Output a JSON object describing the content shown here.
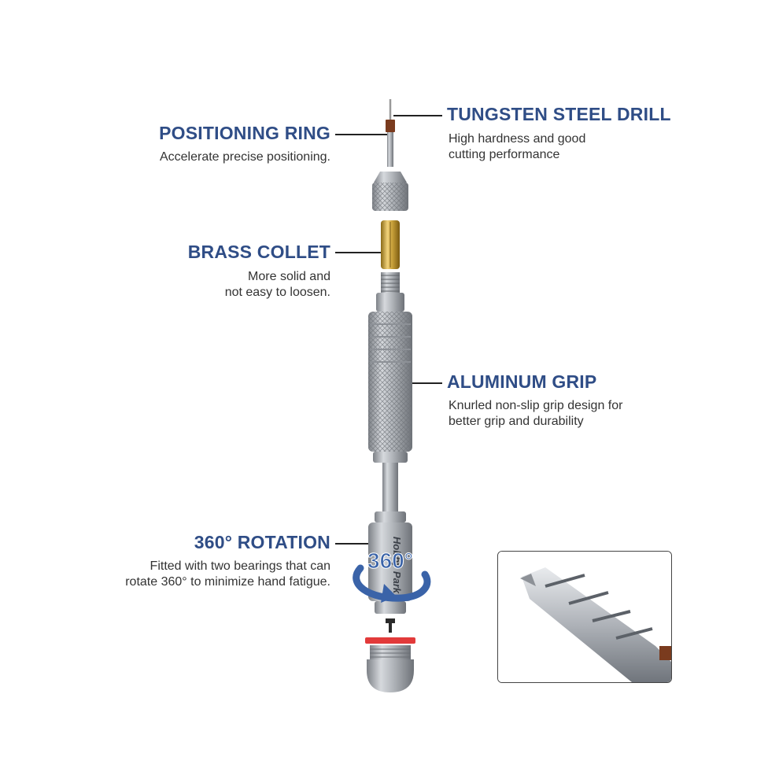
{
  "labels": {
    "positioning_ring": {
      "title": "POSITIONING RING",
      "desc": "Accelerate precise positioning."
    },
    "tungsten_drill": {
      "title": "TUNGSTEN STEEL DRILL",
      "desc": "High hardness and good\ncutting performance"
    },
    "brass_collet": {
      "title": "BRASS COLLET",
      "desc": "More solid and\nnot easy to loosen."
    },
    "aluminum_grip": {
      "title": "ALUMINUM GRIP",
      "desc": "Knurled non-slip grip design for\nbetter grip and durability"
    },
    "rotation": {
      "title": "360° ROTATION",
      "desc": "Fitted with two bearings that can\nrotate 360° to minimize hand fatigue."
    }
  },
  "product": {
    "rotation_badge": "360°",
    "brand_mark": "Hobby Park"
  },
  "colors": {
    "heading": "#2f4d86",
    "brass": "#c9a23a",
    "aluminum": "#a8acb2",
    "seal_ring": "#e23a3a",
    "rotation_arrow": "#3a63a8"
  }
}
